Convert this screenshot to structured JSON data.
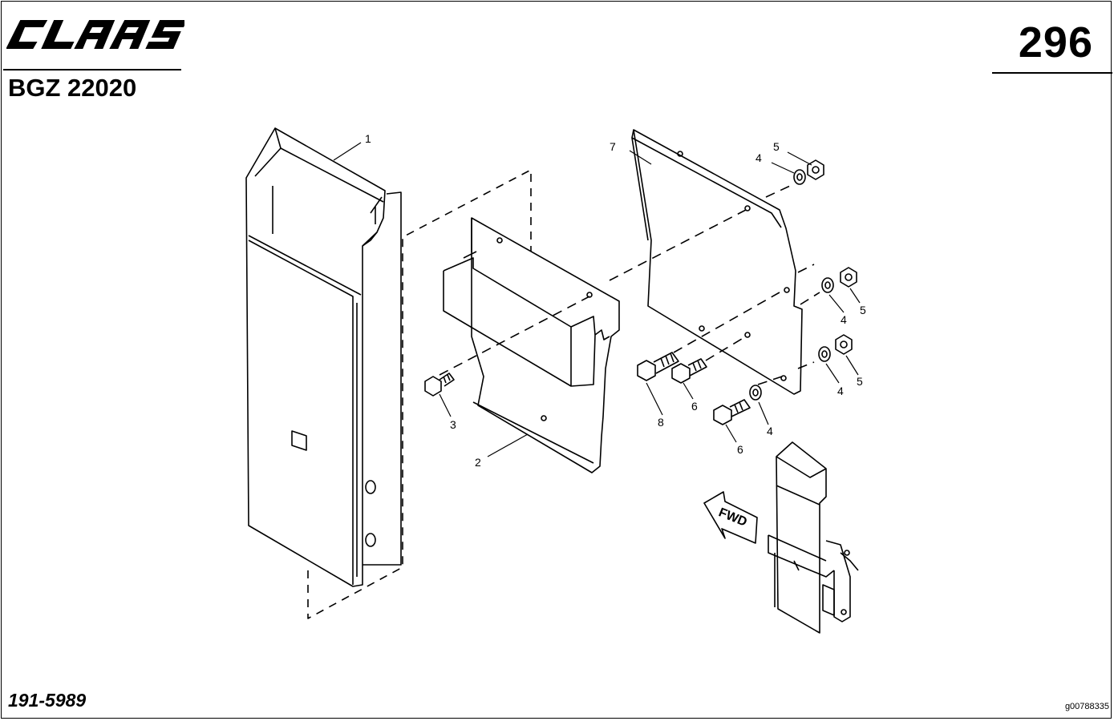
{
  "header": {
    "brand": "CLAAS",
    "page_number": "296",
    "group_code": "BGZ 22020"
  },
  "footer": {
    "document_number": "191-5989",
    "illustration_code": "g00788335"
  },
  "callouts": {
    "p1": "1",
    "p2": "2",
    "p3": "3",
    "p4a": "4",
    "p4b": "4",
    "p4c": "4",
    "p4d": "4",
    "p5a": "5",
    "p5b": "5",
    "p5c": "5",
    "p6a": "6",
    "p6b": "6",
    "p7": "7",
    "p8": "8"
  },
  "direction_arrow": "FWD"
}
